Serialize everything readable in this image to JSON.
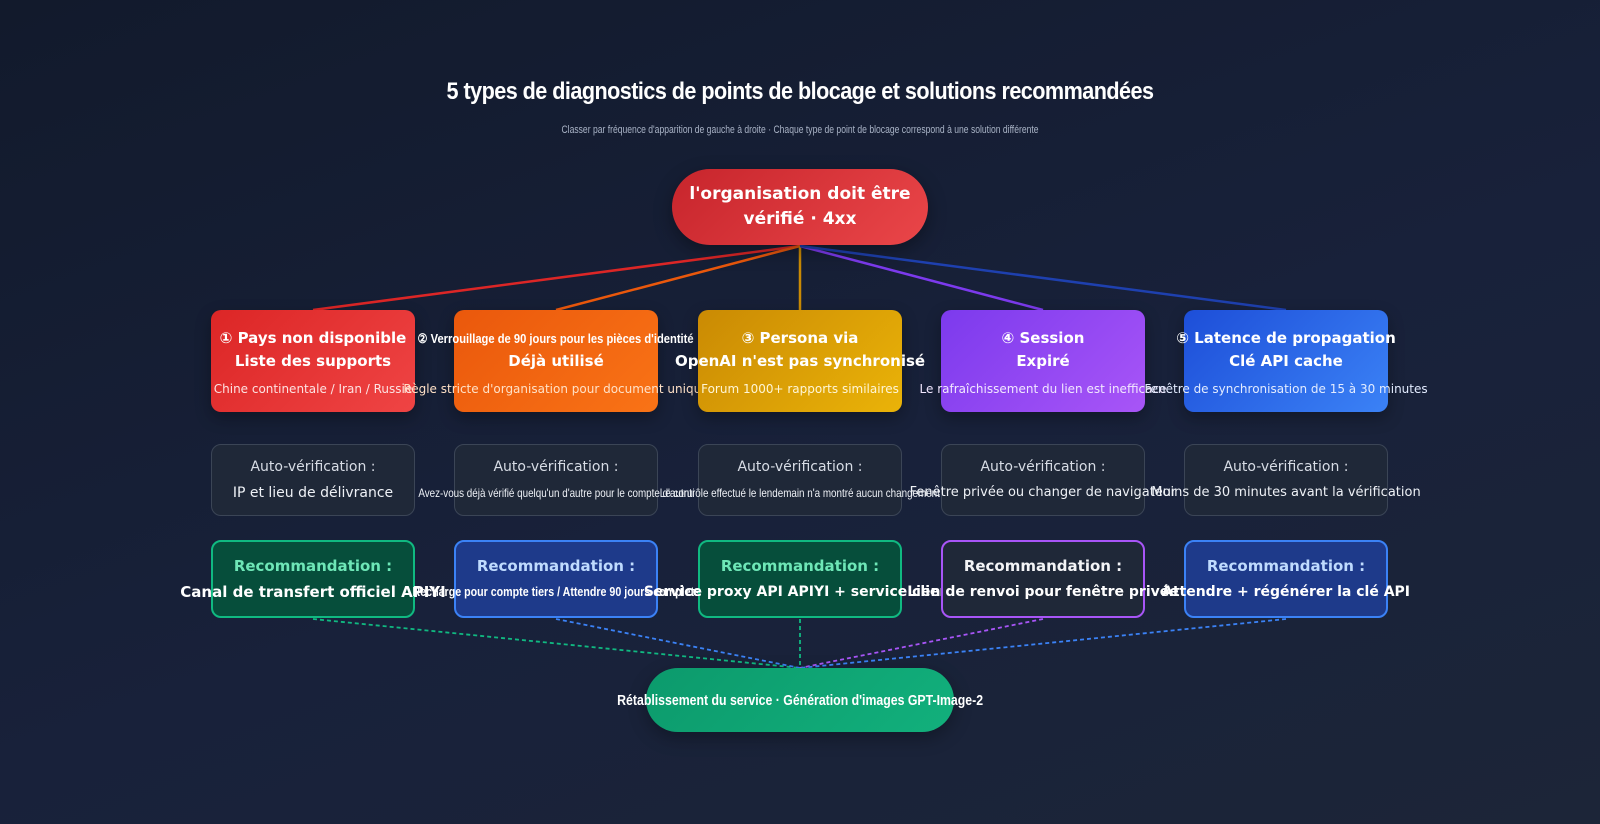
{
  "title": "5 types de diagnostics de points de blocage et solutions recommandées",
  "subtitle": "Classer par fréquence d'apparition de gauche à droite · Chaque type de point de blocage correspond à une solution différente",
  "root": {
    "line1": "l'organisation doit être",
    "line2": "vérifié · 4xx"
  },
  "causes": [
    {
      "line1": "① Pays non disponible",
      "line2": "Liste des supports",
      "desc": "Chine continentale / Iran / Russie",
      "color_from": "#dc2626",
      "color_to": "#ef4444",
      "desc_color": "#fde2e2"
    },
    {
      "line1": "② Verrouillage de 90 jours pour les pièces d'identité",
      "line2": "Déjà utilisé",
      "desc": "Règle stricte d'organisation pour document unique",
      "color_from": "#ea580c",
      "color_to": "#f97316",
      "desc_color": "#ffe1c7"
    },
    {
      "line1": "③ Persona via",
      "line2": "OpenAI n'est pas synchronisé",
      "desc": "Forum 1000+ rapports similaires",
      "color_from": "#ca8a04",
      "color_to": "#eab308",
      "desc_color": "#fff6d6"
    },
    {
      "line1": "④ Session",
      "line2": "Expiré",
      "desc": "Le rafraîchissement du lien est inefficace",
      "color_from": "#7c3aed",
      "color_to": "#a855f7",
      "desc_color": "#f2e8ff"
    },
    {
      "line1": "⑤ Latence de propagation",
      "line2": "Clé API cache",
      "desc": "Fenêtre de synchronisation de 15 à 30 minutes",
      "color_from": "#1d4ed8",
      "color_to": "#3b82f6",
      "desc_color": "#e3ecff"
    }
  ],
  "checks": [
    {
      "head": "Auto-vérification :",
      "body": "IP et lieu de délivrance"
    },
    {
      "head": "Auto-vérification :",
      "body": "Avez-vous déjà vérifié quelqu'un d'autre pour le compte d'autrui"
    },
    {
      "head": "Auto-vérification :",
      "body": "Le contrôle effectué le lendemain n'a montré aucun changement"
    },
    {
      "head": "Auto-vérification :",
      "body": "Fenêtre privée ou changer de navigateur"
    },
    {
      "head": "Auto-vérification :",
      "body": "Moins de 30 minutes avant la vérification"
    }
  ],
  "recs": [
    {
      "head": "Recommandation :",
      "body": "Canal de transfert officiel APIYI",
      "bg": "#064e3b",
      "border": "#10b981",
      "head_color": "#6ee7b7"
    },
    {
      "head": "Recommandation :",
      "body": "Recharge pour compte tiers / Attendre 90 jours complets",
      "bg": "#1e3a8a",
      "border": "#3b82f6",
      "head_color": "#bfdbfe"
    },
    {
      "head": "Recommandation :",
      "body": "Service proxy API APIYI + service client",
      "bg": "#064e3b",
      "border": "#10b981",
      "head_color": "#6ee7b7"
    },
    {
      "head": "Recommandation :",
      "body": "Lien de renvoi pour fenêtre privée",
      "bg": "#1f2838",
      "border": "#a855f7",
      "head_color": "#f3f4f6"
    },
    {
      "head": "Recommandation :",
      "body": "Attendre + régénérer la clé API",
      "bg": "#1e3a8a",
      "border": "#3b82f6",
      "head_color": "#bfdbfe"
    }
  ],
  "result": {
    "label": "Rétablissement du service · Génération d'images GPT-Image-2"
  },
  "edge_colors_top": [
    "#dc2626",
    "#ea580c",
    "#ca8a04",
    "#7c3aed",
    "#1e40af"
  ],
  "edge_colors_bottom": [
    "#10b981",
    "#3b82f6",
    "#10b981",
    "#a855f7",
    "#3b82f6"
  ]
}
